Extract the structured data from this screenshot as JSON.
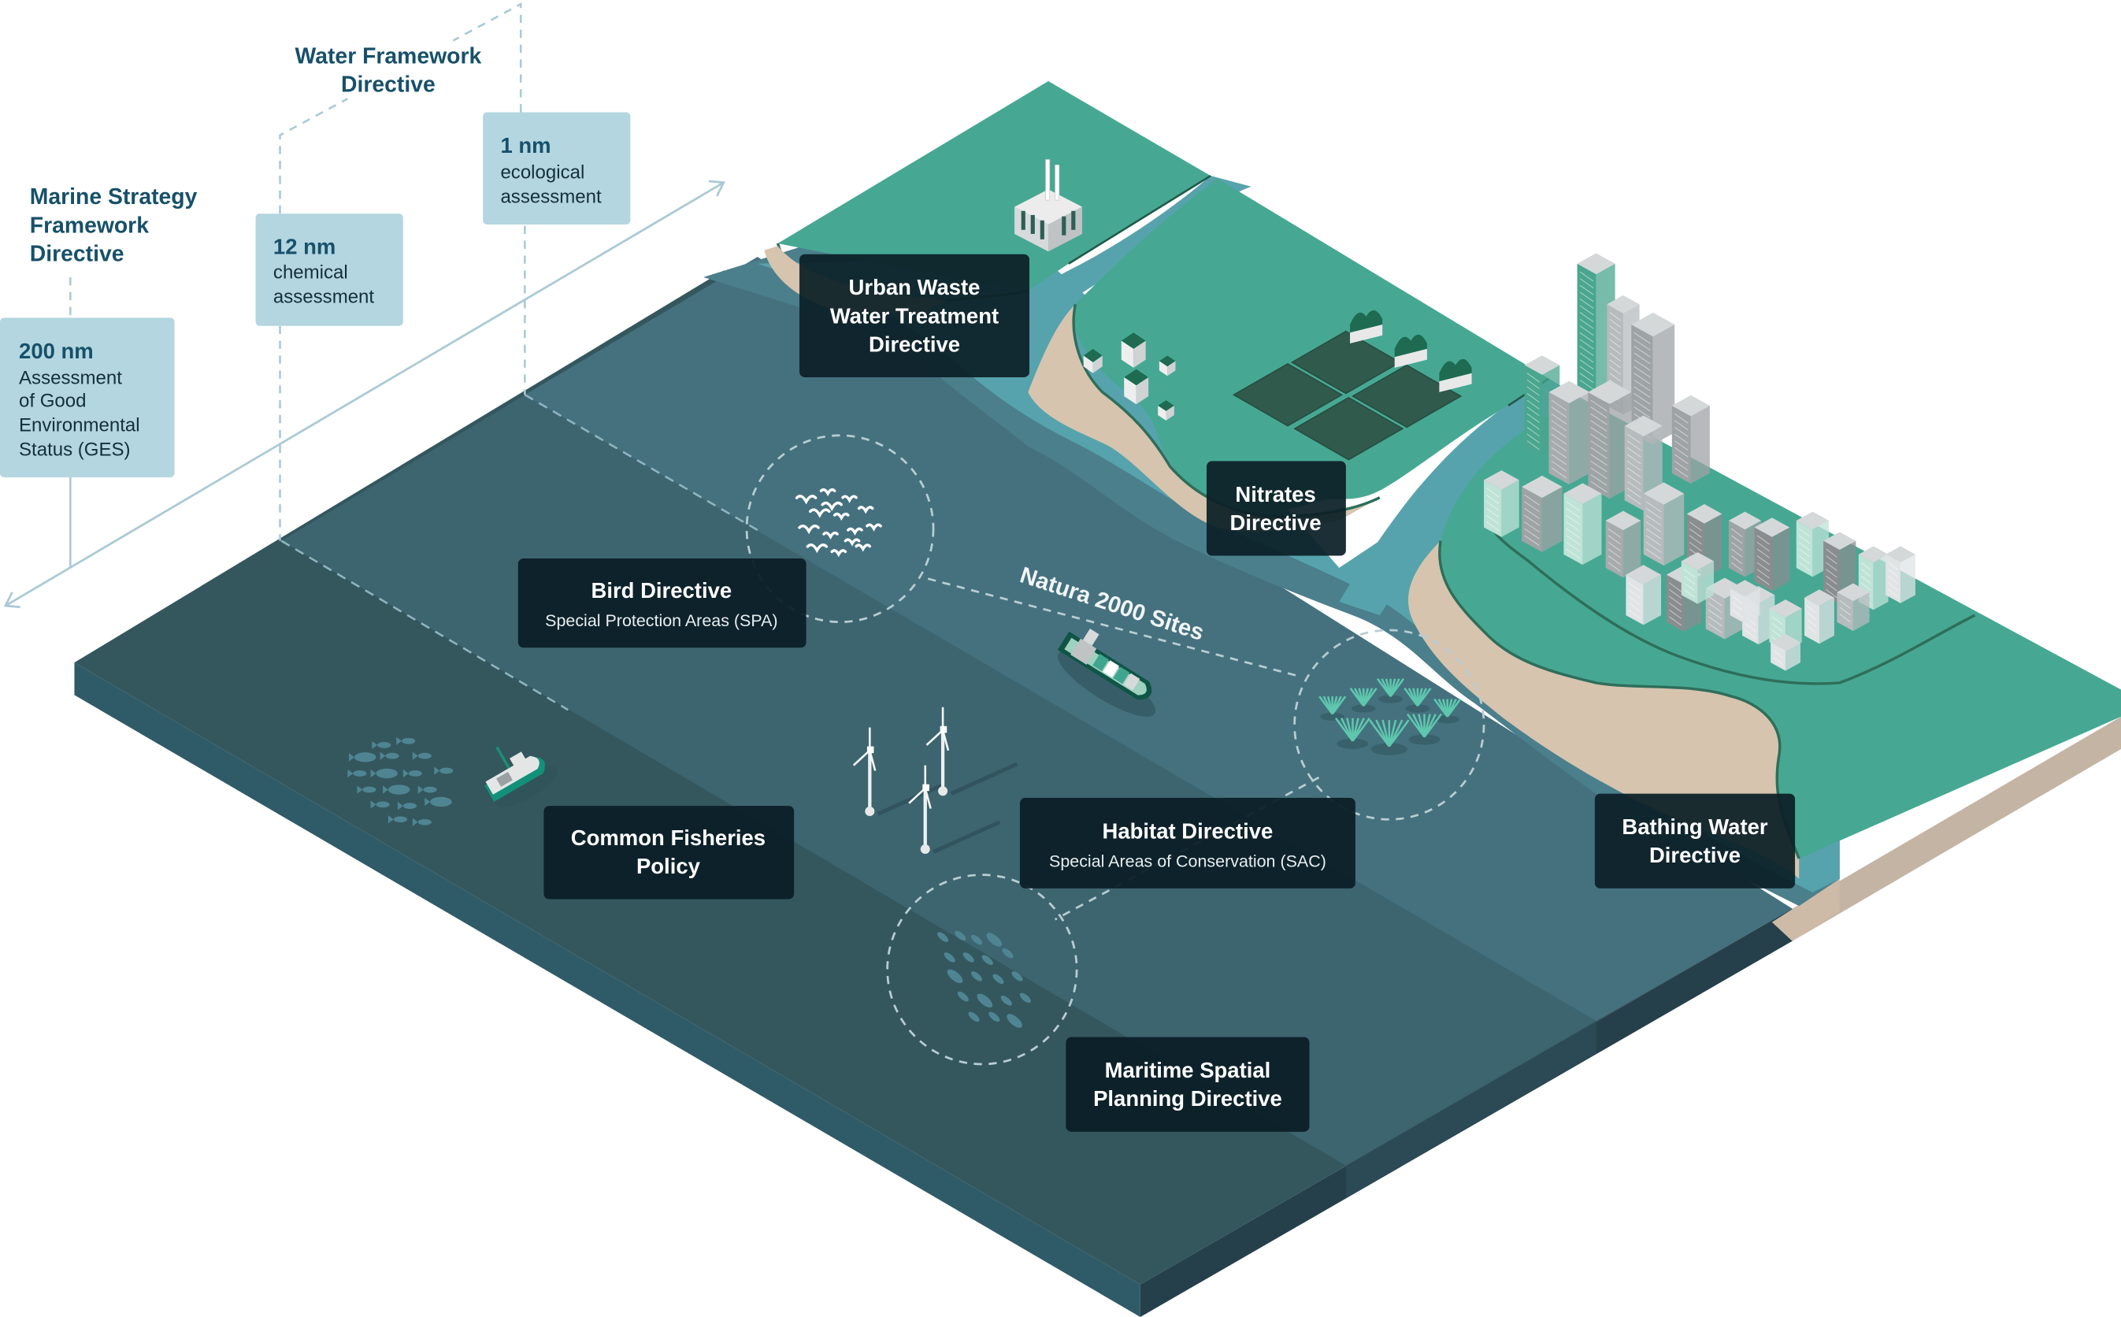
{
  "title": "EU marine and coastal water legislation overview",
  "colors": {
    "land": "#46a893",
    "land_edge": "#2e6e5a",
    "sand": "#d6c4ae",
    "sand_light": "#efe0c9",
    "shallow_water": "#56a3ad",
    "mid_water": "#45717f",
    "coastal_water": "#476f7c",
    "deep_water": "#3e636c",
    "deepest_water": "#34575e",
    "slab_side": "#2f5b68",
    "label_bg": "#0c1f27",
    "light_box": "#b3d6e0",
    "heading_text": "#17506a",
    "guide_line": "#a9cad5"
  },
  "distance_markers": [
    {
      "id": "200nm",
      "distance": "200 nm",
      "desc_lines": [
        "Assessment",
        "of Good",
        "Environmental",
        "Status (GES)"
      ]
    },
    {
      "id": "12nm",
      "distance": "12 nm",
      "desc_lines": [
        "chemical",
        "assessment"
      ]
    },
    {
      "id": "1nm",
      "distance": "1 nm",
      "desc_lines": [
        "ecological",
        "assessment"
      ]
    }
  ],
  "frameworks": {
    "msfd": [
      "Marine Strategy",
      "Framework",
      "Directive"
    ],
    "wfd": [
      "Water Framework",
      "Directive"
    ]
  },
  "directives": {
    "urban_waste": {
      "lines": [
        "Urban Waste",
        "Water Treatment",
        "Directive"
      ]
    },
    "nitrates": {
      "lines": [
        "Nitrates",
        "Directive"
      ]
    },
    "bird": {
      "title": "Bird Directive",
      "subtitle": "Special Protection Areas (SPA)"
    },
    "habitat": {
      "title": "Habitat Directive",
      "subtitle": "Special Areas of Conservation (SAC)"
    },
    "fisheries": {
      "lines": [
        "Common Fisheries",
        "Policy"
      ]
    },
    "maritime": {
      "lines": [
        "Maritime Spatial",
        "Planning Directive"
      ]
    },
    "bathing": {
      "lines": [
        "Bathing Water",
        "Directive"
      ]
    }
  },
  "natura_label": "Natura 2000 Sites",
  "icons": [
    "factory-icon",
    "houses-icon",
    "greenhouses-icon",
    "crop-fields-icon",
    "city-skyline-icon",
    "birds-icon",
    "cargo-ship-icon",
    "fishing-boat-icon",
    "fish-school-icon",
    "wind-turbine-icon",
    "seagrass-icon"
  ]
}
